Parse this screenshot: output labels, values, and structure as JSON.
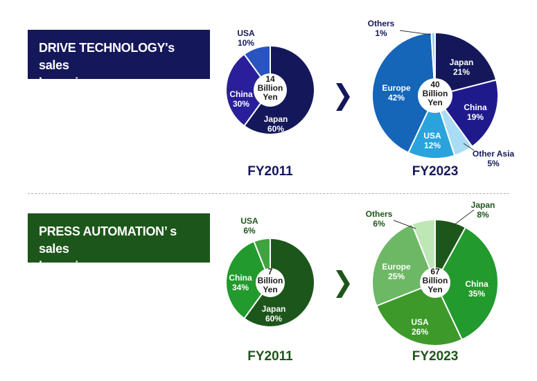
{
  "sections": {
    "drive": {
      "title_line1": "DRIVE TECHNOLOGY's sales",
      "title_line2": "by region",
      "color": "#14185a"
    },
    "press": {
      "title_line1": "PRESS AUTOMATION’ s sales",
      "title_line2": "by region",
      "color": "#1d561a"
    }
  },
  "chart_data": [
    {
      "type": "pie",
      "section": "drive",
      "year": "FY2011",
      "total": [
        "14",
        "Billion",
        "Yen"
      ],
      "slices": [
        {
          "name": "Japan",
          "value": 60,
          "label": "60%",
          "color": "#14185a"
        },
        {
          "name": "China",
          "value": 30,
          "label": "30%",
          "color": "#2a1f9a"
        },
        {
          "name": "USA",
          "value": 10,
          "label": "10%",
          "color": "#2a55c0"
        }
      ]
    },
    {
      "type": "pie",
      "section": "drive",
      "year": "FY2023",
      "total": [
        "40",
        "Billion",
        "Yen"
      ],
      "slices": [
        {
          "name": "Japan",
          "value": 21,
          "label": "21%",
          "color": "#14185a"
        },
        {
          "name": "China",
          "value": 19,
          "label": "19%",
          "color": "#1f1a8c"
        },
        {
          "name": "Other Asia",
          "value": 5,
          "label": "5%",
          "color": "#a9dcf5"
        },
        {
          "name": "USA",
          "value": 12,
          "label": "12%",
          "color": "#2aa3dd"
        },
        {
          "name": "Europe",
          "value": 42,
          "label": "42%",
          "color": "#1565b9"
        },
        {
          "name": "Others",
          "value": 1,
          "label": "1%",
          "color": "#9dd3ef"
        }
      ]
    },
    {
      "type": "pie",
      "section": "press",
      "year": "FY2011",
      "total": [
        "7",
        "Billion",
        "Yen"
      ],
      "slices": [
        {
          "name": "Japan",
          "value": 60,
          "label": "60%",
          "color": "#1d561a"
        },
        {
          "name": "China",
          "value": 34,
          "label": "34%",
          "color": "#239a2d"
        },
        {
          "name": "USA",
          "value": 6,
          "label": "6%",
          "color": "#3fa33f"
        }
      ]
    },
    {
      "type": "pie",
      "section": "press",
      "year": "FY2023",
      "total": [
        "67",
        "Billion",
        "Yen"
      ],
      "slices": [
        {
          "name": "Japan",
          "value": 8,
          "label": "8%",
          "color": "#1d561a"
        },
        {
          "name": "China",
          "value": 35,
          "label": "35%",
          "color": "#239a2d"
        },
        {
          "name": "USA",
          "value": 26,
          "label": "26%",
          "color": "#3d9a2a"
        },
        {
          "name": "Europe",
          "value": 25,
          "label": "25%",
          "color": "#6db865"
        },
        {
          "name": "Others",
          "value": 6,
          "label": "6%",
          "color": "#bfe6b5"
        }
      ]
    }
  ]
}
